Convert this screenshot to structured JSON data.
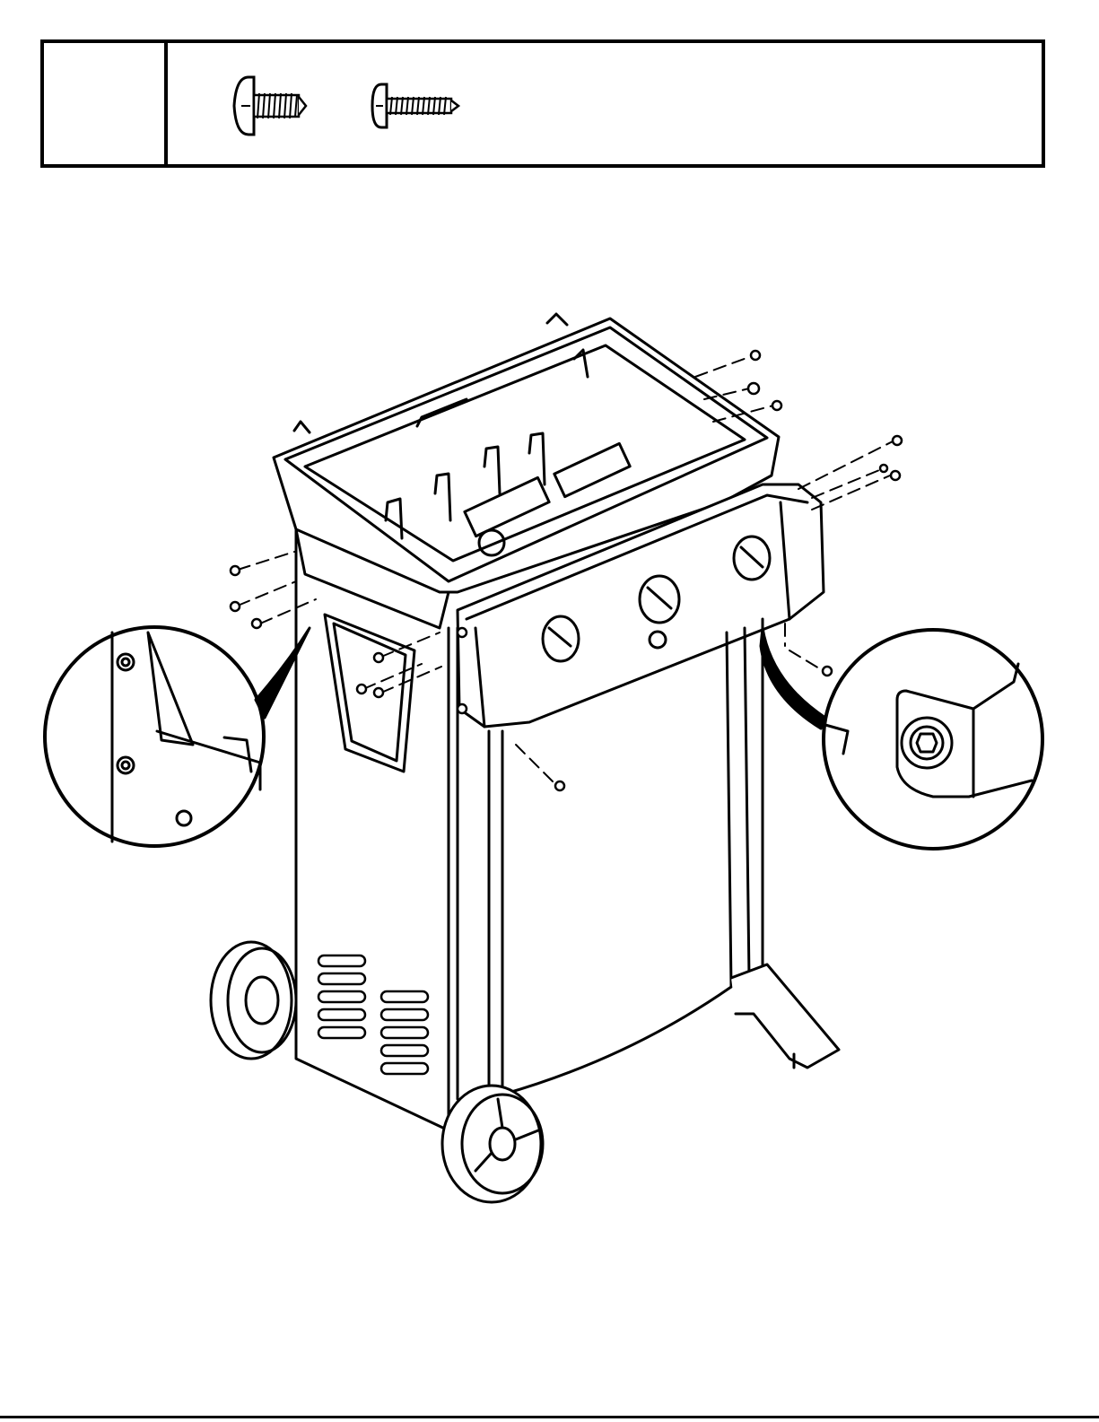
{
  "step_number": "",
  "hardware": [
    {
      "name": "pan-head-screw-short",
      "icon": "screw-icon"
    },
    {
      "name": "pan-head-screw-long",
      "icon": "screw-icon"
    }
  ],
  "callouts": [
    {
      "name": "detail-left-side-screws",
      "icon": "magnifier-detail"
    },
    {
      "name": "detail-right-panel-screw",
      "icon": "magnifier-detail"
    }
  ]
}
